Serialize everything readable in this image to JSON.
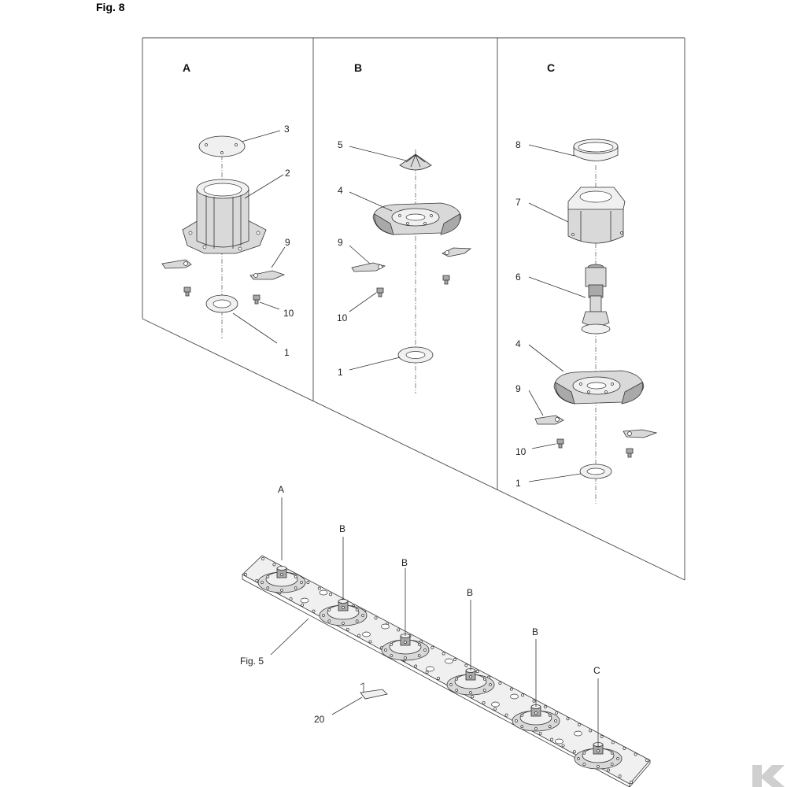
{
  "figure_title": "Fig. 8",
  "sections": [
    {
      "key": "A",
      "label": "A"
    },
    {
      "key": "B",
      "label": "B"
    },
    {
      "key": "C",
      "label": "C"
    }
  ],
  "callouts": {
    "A": [
      "3",
      "2",
      "9",
      "10",
      "1"
    ],
    "B": [
      "5",
      "4",
      "9",
      "10",
      "1"
    ],
    "C": [
      "8",
      "7",
      "6",
      "4",
      "9",
      "10",
      "1"
    ]
  },
  "bar_labels": {
    "positions": [
      "A",
      "B",
      "B",
      "B",
      "B",
      "C"
    ],
    "fig5": "Fig. 5",
    "part20": "20"
  },
  "logo": {
    "text": "K",
    "color": "#cfcfcf"
  }
}
